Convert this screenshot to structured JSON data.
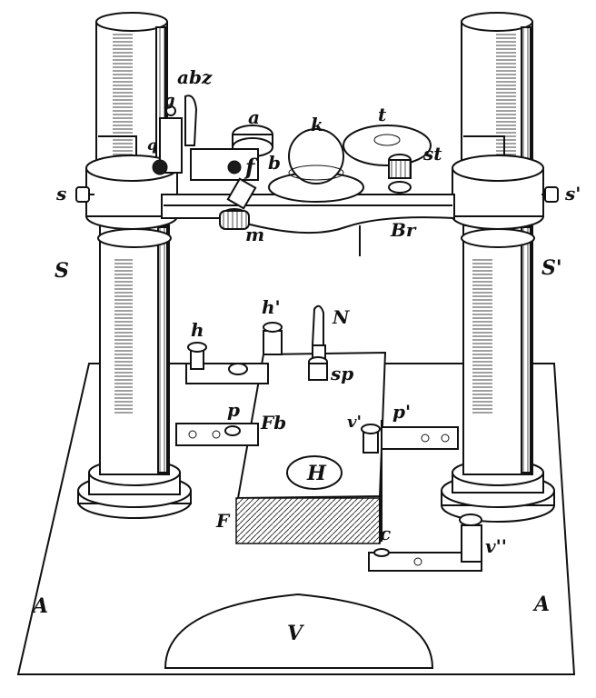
{
  "labels": {
    "abz": "abz",
    "g": "g",
    "q": "q",
    "a": "a",
    "k": "k",
    "t": "t",
    "st": "st",
    "f": "f",
    "b": "b",
    "s": "s",
    "s_prime": "s'",
    "m": "m",
    "Br": "Br",
    "S": "S",
    "S_prime": "S'",
    "h": "h",
    "h_prime": "h'",
    "N": "N",
    "sp": "sp",
    "p": "p",
    "Fb": "Fb",
    "v_prime": "v'",
    "p_prime": "p'",
    "H": "H",
    "F": "F",
    "c": "c",
    "v_prime_prime": "v''",
    "A_left": "A",
    "A_right": "A",
    "V": "V"
  }
}
